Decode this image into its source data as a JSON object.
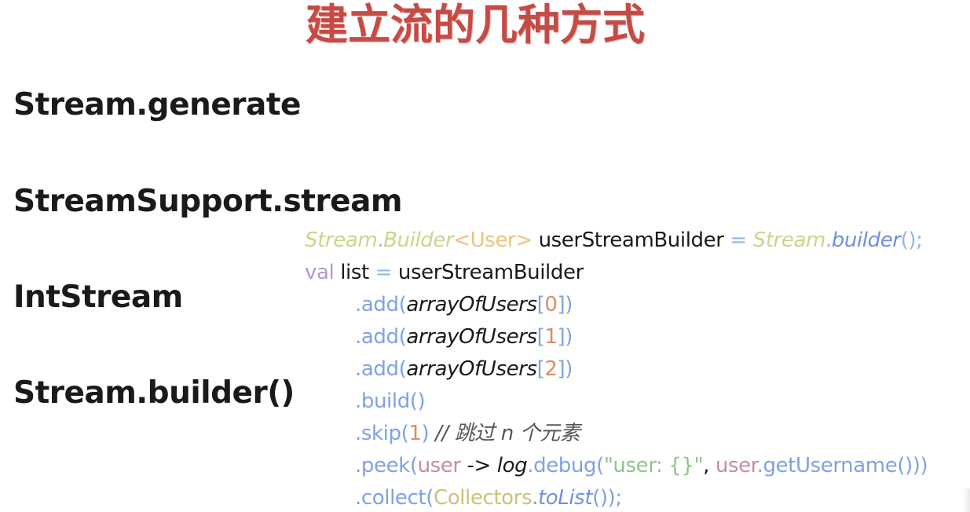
{
  "slide": {
    "title": "建立流的几种方式",
    "methods": [
      "Stream.generate",
      "StreamSupport.stream",
      "IntStream",
      "Stream.builder()"
    ]
  },
  "code": {
    "line1": {
      "type_stream": "Stream",
      "dot1": ".",
      "type_builder": "Builder",
      "generic": "<User>",
      "var_name": " userStreamBuilder ",
      "assign": "=",
      "space": " ",
      "stream_ref": "Stream",
      "dot2": ".",
      "builder_call": "builder",
      "tail": "();"
    },
    "line2": {
      "keyword": "val",
      "var_list": " list ",
      "assign": "=",
      "target": " userStreamBuilder"
    },
    "add_lines": [
      {
        "method": ".add(",
        "arg": "arrayOfUsers",
        "open": "[",
        "index": "0",
        "close": "])"
      },
      {
        "method": ".add(",
        "arg": "arrayOfUsers",
        "open": "[",
        "index": "1",
        "close": "])"
      },
      {
        "method": ".add(",
        "arg": "arrayOfUsers",
        "open": "[",
        "index": "2",
        "close": "])"
      }
    ],
    "build_line": ".build()",
    "skip_line": {
      "method": ".skip(",
      "num": "1",
      "close": ")",
      "comment": " // 跳过 n 个元素"
    },
    "peek_line": {
      "method": ".peek(",
      "param": "user",
      "arrow": " -> ",
      "logger": "log",
      "debug": ".debug(",
      "string": "\"user: {}\"",
      "comma": ", ",
      "param2": "user",
      "getter": ".getUsername()))"
    },
    "collect_line": {
      "method": ".collect(",
      "cls": "Collectors",
      "dot": ".",
      "fn": "toList",
      "tail": "());"
    }
  }
}
